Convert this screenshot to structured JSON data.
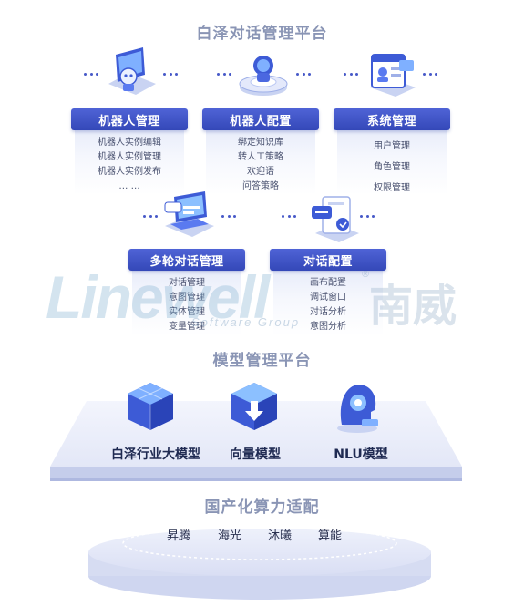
{
  "titles": {
    "top": "白泽对话管理平台",
    "model": "模型管理平台",
    "hardware": "国产化算力适配"
  },
  "cards": [
    {
      "title": "机器人管理",
      "items": [
        "机器人实例编辑",
        "机器人实例管理",
        "机器人实例发布",
        "… …"
      ]
    },
    {
      "title": "机器人配置",
      "items": [
        "绑定知识库",
        "转人工策略",
        "欢迎语",
        "问答策略"
      ]
    },
    {
      "title": "系统管理",
      "items": [
        "用户管理",
        "角色管理",
        "权限管理"
      ]
    },
    {
      "title": "多轮对话管理",
      "items": [
        "对话管理",
        "意图管理",
        "实体管理",
        "变量管理"
      ]
    },
    {
      "title": "对话配置",
      "items": [
        "画布配置",
        "调试窗口",
        "对话分析",
        "意图分析"
      ]
    }
  ],
  "models": [
    "白泽行业大模型",
    "向量模型",
    "NLU模型"
  ],
  "hardware": [
    "昇腾",
    "海光",
    "沐曦",
    "算能"
  ],
  "watermark": {
    "latin": "Linewell",
    "chinese": "南威",
    "sub": "Software Group",
    "registered": "®"
  },
  "colors": {
    "accent": "#3a4fc4",
    "title_gray": "#8a95b5",
    "platform": "#e6e9f8"
  },
  "icons": [
    "robot-monitor-icon",
    "robot-config-icon",
    "system-id-card-icon",
    "multi-turn-laptop-icon",
    "dialog-config-doc-icon",
    "cube-model-icon",
    "vector-download-icon",
    "nlu-head-icon"
  ]
}
